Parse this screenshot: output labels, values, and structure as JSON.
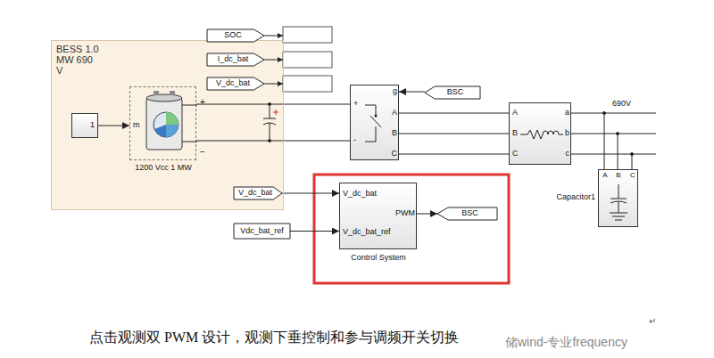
{
  "diagram": {
    "caption": "点击观测双 PWM 设计，观测下垂控制和参与调频开关切换",
    "nodes": [
      {
        "text": [
          "BESS 1.0 MW 690 V"
        ]
      },
      {
        "text": [
          "1"
        ],
        "in": 0
      },
      {
        "text": [
          "m",
          "1200 Vcc 1 MW"
        ],
        "in": 0
      },
      {
        "text": [
          "SOC"
        ]
      },
      {
        "text": [
          "I_dc_bat"
        ]
      },
      {
        "text": [
          "V_dc_bat"
        ]
      },
      {
        "text": [
          "+",
          "-",
          "g",
          "A",
          "B",
          "C"
        ]
      },
      {
        "text": [
          "BSC"
        ]
      },
      {
        "text": [
          "A",
          "B",
          "C",
          "a",
          "b",
          "c"
        ]
      },
      {
        "text": [
          "A",
          "B",
          "C",
          "Capacitor1"
        ]
      },
      {
        "text": [
          "V_dc_bat"
        ]
      },
      {
        "text": [
          "Vdc_bat_ref"
        ]
      },
      {
        "text": [
          "V_dc_bat",
          "V_dc_bat_ref",
          "PWM",
          "Control System"
        ]
      },
      {
        "text": [
          "BSC"
        ]
      }
    ],
    "edges": [
      {
        "from": 1,
        "to": 2,
        "arrow": "to"
      },
      {
        "from": 2,
        "to": 6,
        "arrow": "none"
      },
      {
        "from": 2,
        "to": 6,
        "arrow": "none"
      },
      {
        "from": 7,
        "to": 6,
        "arrow": "to"
      },
      {
        "from": 6,
        "to": 8,
        "arrow": "none"
      },
      {
        "from": 6,
        "to": 8,
        "arrow": "none"
      },
      {
        "from": 6,
        "to": 8,
        "arrow": "none"
      },
      {
        "from": 8,
        "to": 9,
        "arrow": "none"
      },
      {
        "from": 8,
        "to": 9,
        "arrow": "none"
      },
      {
        "from": 8,
        "to": 9,
        "arrow": "none"
      },
      {
        "from": 10,
        "to": 12,
        "arrow": "to"
      },
      {
        "from": 11,
        "to": 12,
        "arrow": "to"
      },
      {
        "from": 12,
        "to": 13,
        "arrow": "to"
      }
    ],
    "labels": [
      "+",
      "−",
      "690V",
      "↵",
      "储wind-专业frequency"
    ]
  }
}
